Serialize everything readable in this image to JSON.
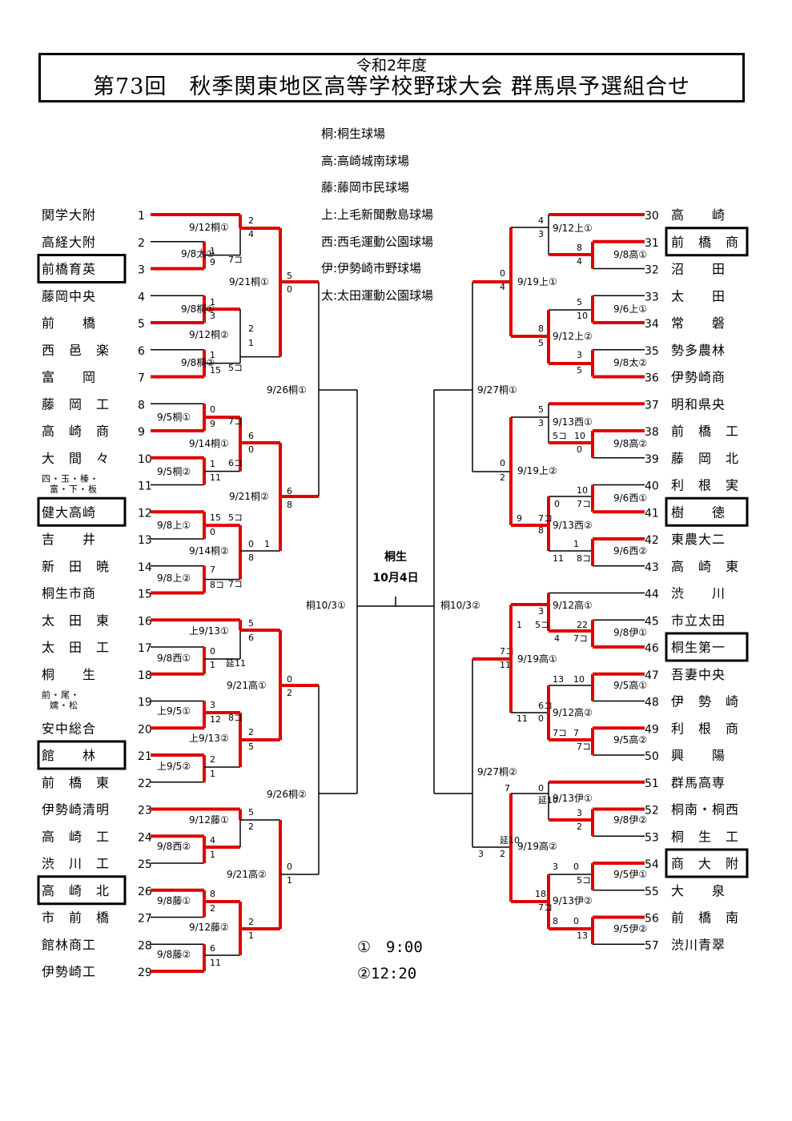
{
  "header": {
    "subtitle": "令和2年度",
    "title": "第73回　秋季関東地区高等学校野球大会 群馬県予選組合せ"
  },
  "venues": [
    "桐:桐生球場",
    "高:高崎城南球場",
    "藤:藤岡市民球場",
    "上:上毛新聞敷島球場",
    "西:西毛運動公園球場",
    "伊:伊勢崎市野球場",
    "太:太田運動公園球場"
  ],
  "final": {
    "venue": "桐生",
    "date": "10月4日"
  },
  "times": [
    "①　9:00",
    "②12:20"
  ],
  "colors": {
    "winner": "#e00000",
    "line": "#000000"
  },
  "left_teams": [
    {
      "no": "1",
      "name": "関学大附",
      "boxed": false
    },
    {
      "no": "2",
      "name": "高経大附",
      "boxed": false
    },
    {
      "no": "3",
      "name": "前橋育英",
      "boxed": true
    },
    {
      "no": "4",
      "name": "藤岡中央",
      "boxed": false
    },
    {
      "no": "5",
      "name": "前　　橋",
      "boxed": false
    },
    {
      "no": "6",
      "name": "西　邑　楽",
      "boxed": false
    },
    {
      "no": "7",
      "name": "富　　岡",
      "boxed": false
    },
    {
      "no": "8",
      "name": "藤　岡　工",
      "boxed": false
    },
    {
      "no": "9",
      "name": "高　崎　商",
      "boxed": false
    },
    {
      "no": "10",
      "name": "大　間　々",
      "boxed": false
    },
    {
      "no": "11",
      "name": "四・玉・榛・富・下・板",
      "boxed": false,
      "small": true
    },
    {
      "no": "12",
      "name": "健大高崎",
      "boxed": true
    },
    {
      "no": "13",
      "name": "吉　　井",
      "boxed": false
    },
    {
      "no": "14",
      "name": "新　田　暁",
      "boxed": false
    },
    {
      "no": "15",
      "name": "桐生市商",
      "boxed": false
    },
    {
      "no": "16",
      "name": "太　田　東",
      "boxed": false
    },
    {
      "no": "17",
      "name": "太　田　工",
      "boxed": false
    },
    {
      "no": "18",
      "name": "桐　　生",
      "boxed": false
    },
    {
      "no": "19",
      "name": "前・尾・嬬・松",
      "boxed": false,
      "small": true
    },
    {
      "no": "20",
      "name": "安中総合",
      "boxed": false
    },
    {
      "no": "21",
      "name": "館　　林",
      "boxed": true
    },
    {
      "no": "22",
      "name": "前　橋　東",
      "boxed": false
    },
    {
      "no": "23",
      "name": "伊勢崎清明",
      "boxed": false
    },
    {
      "no": "24",
      "name": "高　崎　工",
      "boxed": false
    },
    {
      "no": "25",
      "name": "渋　川　工",
      "boxed": false
    },
    {
      "no": "26",
      "name": "高　崎　北",
      "boxed": true
    },
    {
      "no": "27",
      "name": "市　前　橋",
      "boxed": false
    },
    {
      "no": "28",
      "name": "館林商工",
      "boxed": false
    },
    {
      "no": "29",
      "name": "伊勢崎工",
      "boxed": false
    }
  ],
  "right_teams": [
    {
      "no": "30",
      "name": "高　　崎",
      "boxed": false
    },
    {
      "no": "31",
      "name": "前　橋　商",
      "boxed": true
    },
    {
      "no": "32",
      "name": "沼　　田",
      "boxed": false
    },
    {
      "no": "33",
      "name": "太　　田",
      "boxed": false
    },
    {
      "no": "34",
      "name": "常　　磐",
      "boxed": false
    },
    {
      "no": "35",
      "name": "勢多農林",
      "boxed": false
    },
    {
      "no": "36",
      "name": "伊勢崎商",
      "boxed": false
    },
    {
      "no": "37",
      "name": "明和県央",
      "boxed": false
    },
    {
      "no": "38",
      "name": "前　橋　工",
      "boxed": false
    },
    {
      "no": "39",
      "name": "藤　岡　北",
      "boxed": false
    },
    {
      "no": "40",
      "name": "利　根　実",
      "boxed": false
    },
    {
      "no": "41",
      "name": "樹　　徳",
      "boxed": true
    },
    {
      "no": "42",
      "name": "東農大二",
      "boxed": false
    },
    {
      "no": "43",
      "name": "高　崎　東",
      "boxed": false
    },
    {
      "no": "44",
      "name": "渋　　川",
      "boxed": false
    },
    {
      "no": "45",
      "name": "市立太田",
      "boxed": false
    },
    {
      "no": "46",
      "name": "桐生第一",
      "boxed": true
    },
    {
      "no": "47",
      "name": "吾妻中央",
      "boxed": false
    },
    {
      "no": "48",
      "name": "伊　勢　崎",
      "boxed": false
    },
    {
      "no": "49",
      "name": "利　根　商",
      "boxed": false
    },
    {
      "no": "50",
      "name": "興　　陽",
      "boxed": false
    },
    {
      "no": "51",
      "name": "群馬高専",
      "boxed": false
    },
    {
      "no": "52",
      "name": "桐南・桐西",
      "boxed": false
    },
    {
      "no": "53",
      "name": "桐　生　工",
      "boxed": false
    },
    {
      "no": "54",
      "name": "商　大　附",
      "boxed": true
    },
    {
      "no": "55",
      "name": "大　　泉",
      "boxed": false
    },
    {
      "no": "56",
      "name": "前　橋　南",
      "boxed": false
    },
    {
      "no": "57",
      "name": "渋川青翠",
      "boxed": false
    }
  ],
  "game_labels": [
    "9/12桐①",
    "9/8太①",
    "9/21桐①",
    "9/8桐①",
    "9/12桐②",
    "9/8桐②",
    "9/26桐①",
    "9/5桐①",
    "9/14桐①",
    "9/5桐②",
    "9/21桐②",
    "9/8上①",
    "9/14桐②",
    "9/8上②",
    "桐10/3①",
    "上9/13①",
    "9/8西①",
    "9/21高①",
    "上9/5①",
    "上9/13②",
    "上9/5②",
    "9/26桐②",
    "9/12藤①",
    "9/8西②",
    "9/21高②",
    "9/8藤①",
    "9/12藤②",
    "9/8藤②",
    "9/12上①",
    "9/8高①",
    "9/19上①",
    "9/6上①",
    "9/12上②",
    "9/8太②",
    "9/27桐①",
    "9/13西①",
    "9/8高②",
    "9/19上②",
    "9/6西①",
    "9/13西②",
    "9/6西②",
    "桐10/3②",
    "9/12高①",
    "9/8伊①",
    "9/19高①",
    "9/5高①",
    "9/12高②",
    "9/5高②",
    "9/27桐②",
    "9/13伊①",
    "9/8伊②",
    "9/19高②",
    "9/5伊①",
    "9/13伊②",
    "9/5伊②"
  ],
  "scores": [
    "2",
    "4",
    "1",
    "9",
    "7コ",
    "5",
    "0",
    "1",
    "3",
    "1",
    "2",
    "1",
    "15",
    "5コ",
    "0",
    "9",
    "7コ",
    "6",
    "0",
    "1",
    "11",
    "6コ",
    "6",
    "8",
    "15",
    "5コ",
    "0",
    "7",
    "8コ",
    "0",
    "1",
    "8",
    "7コ",
    "5",
    "6",
    "0",
    "1",
    "延11",
    "0",
    "2",
    "3",
    "12",
    "8コ",
    "2",
    "5",
    "2",
    "1",
    "5",
    "2",
    "4",
    "1",
    "0",
    "1",
    "8",
    "2",
    "2",
    "1",
    "6",
    "11",
    "0",
    "4",
    "4",
    "3",
    "8",
    "4",
    "5",
    "10",
    "8",
    "5",
    "3",
    "5",
    "5",
    "3",
    "5コ",
    "10",
    "0",
    "2",
    "10",
    "0",
    "7コ",
    "9",
    "7コ",
    "8",
    "1",
    "11",
    "8コ",
    "3",
    "1",
    "5コ",
    "22",
    "4",
    "7コ",
    "11",
    "13",
    "10",
    "6コ",
    "11",
    "0",
    "7コ",
    "7",
    "7コ",
    "7",
    "0",
    "延10",
    "3",
    "2",
    "3",
    "0",
    "5コ",
    "18",
    "7コ",
    "8",
    "0",
    "13",
    "8",
    "7コ",
    "10",
    "1"
  ]
}
